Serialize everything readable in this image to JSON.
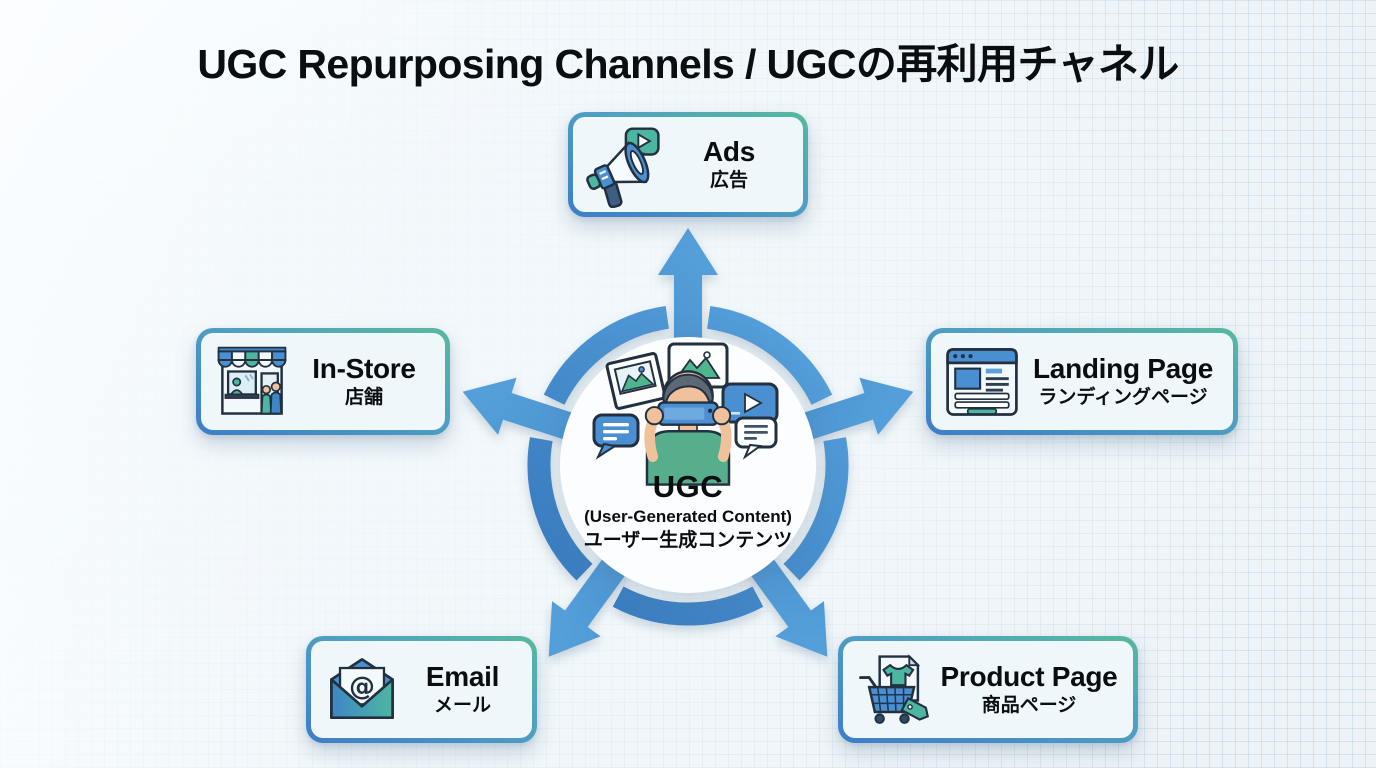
{
  "slide": {
    "title": "UGC Repurposing Channels / UGCの再利用チャネル"
  },
  "hub": {
    "name": "UGC",
    "subtitle_en": "(User-Generated Content)",
    "subtitle_ja": "ユーザー生成コンテンツ",
    "icon": "person-capturing-content-icon"
  },
  "channels": [
    {
      "id": "ads",
      "label_en": "Ads",
      "label_ja": "広告",
      "icon": "megaphone-icon",
      "position": "top"
    },
    {
      "id": "landing-page",
      "label_en": "Landing Page",
      "label_ja": "ランディングページ",
      "icon": "browser-window-icon",
      "position": "right"
    },
    {
      "id": "product-page",
      "label_en": "Product Page",
      "label_ja": "商品ページ",
      "icon": "shopping-cart-icon",
      "position": "bottom-right"
    },
    {
      "id": "email",
      "label_en": "Email",
      "label_ja": "メール",
      "icon": "envelope-icon",
      "position": "bottom-left"
    },
    {
      "id": "in-store",
      "label_en": "In-Store",
      "label_ja": "店舗",
      "icon": "storefront-icon",
      "position": "left"
    }
  ],
  "colors": {
    "arrow_blue_light": "#5aa6df",
    "arrow_blue_dark": "#3172b9",
    "card_border_blue": "#3d7ec7",
    "card_border_teal": "#57b99e",
    "icon_blue": "#4a8fd1",
    "icon_teal": "#4db6a0",
    "outline_dark": "#22303f",
    "card_background": "#eff7fa",
    "text": "#0b0e11"
  }
}
